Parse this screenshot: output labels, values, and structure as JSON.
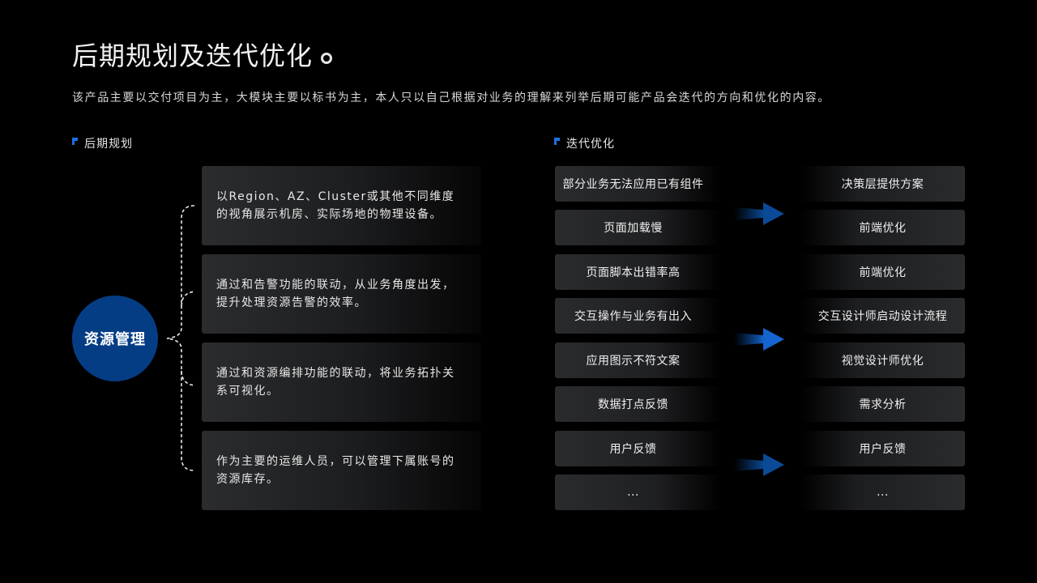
{
  "header": {
    "title": "后期规划及迭代优化",
    "subtitle": "该产品主要以交付项目为主，大模块主要以标书为主，本人只以自己根据对业务的理解来列举后期可能产品会迭代的方向和优化的内容。"
  },
  "colors": {
    "accent": "#1f6fe0",
    "circle": "#053d85",
    "background": "#000000"
  },
  "plan": {
    "label": "后期规划",
    "center": "资源管理",
    "items": [
      {
        "text": "以Region、AZ、Cluster或其他不同维度的视角展示机房、实际场地的物理设备。"
      },
      {
        "text": "通过和告警功能的联动，从业务角度出发，提升处理资源告警的效率。"
      },
      {
        "text": "通过和资源编排功能的联动，将业务拓扑关系可视化。"
      },
      {
        "text": "作为主要的运维人员，可以管理下属账号的资源库存。"
      }
    ]
  },
  "optimize": {
    "label": "迭代优化",
    "problems": [
      "部分业务无法应用已有组件",
      "页面加载慢",
      "页面脚本出错率高",
      "交互操作与业务有出入",
      "应用图示不符文案",
      "数据打点反馈",
      "用户反馈",
      "..."
    ],
    "solutions": [
      "决策层提供方案",
      "前端优化",
      "前端优化",
      "交互设计师启动设计流程",
      "视觉设计师优化",
      "需求分析",
      "用户反馈",
      "..."
    ],
    "arrows": [
      "arrow-right-icon",
      "arrow-right-icon",
      "arrow-right-icon"
    ]
  }
}
